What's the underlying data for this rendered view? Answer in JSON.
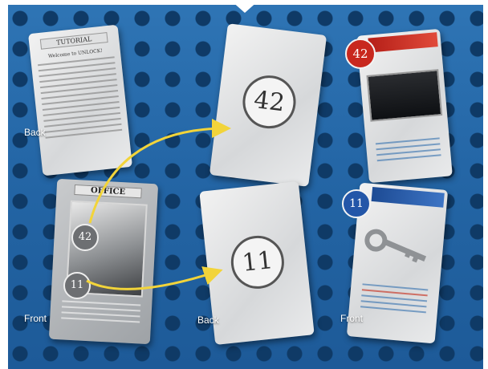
{
  "labels": {
    "back_left": "Back",
    "front_left": "Front",
    "back_middle": "Back",
    "front_right": "Front"
  },
  "tutorial_card": {
    "title": "TUTORIAL",
    "heading": "Welcome to UNLOCK!"
  },
  "office_card": {
    "title": "OFFICE",
    "badge_top": "42",
    "badge_bottom": "11"
  },
  "back_card_top": {
    "number": "42"
  },
  "back_card_bottom": {
    "number": "11"
  },
  "front_card_top": {
    "number": "42",
    "badge_color": "#c8281e"
  },
  "front_card_bottom": {
    "number": "11",
    "badge_color": "#2356a8"
  },
  "colors": {
    "arrow": "#f2d43a",
    "board": "#2466a6"
  }
}
